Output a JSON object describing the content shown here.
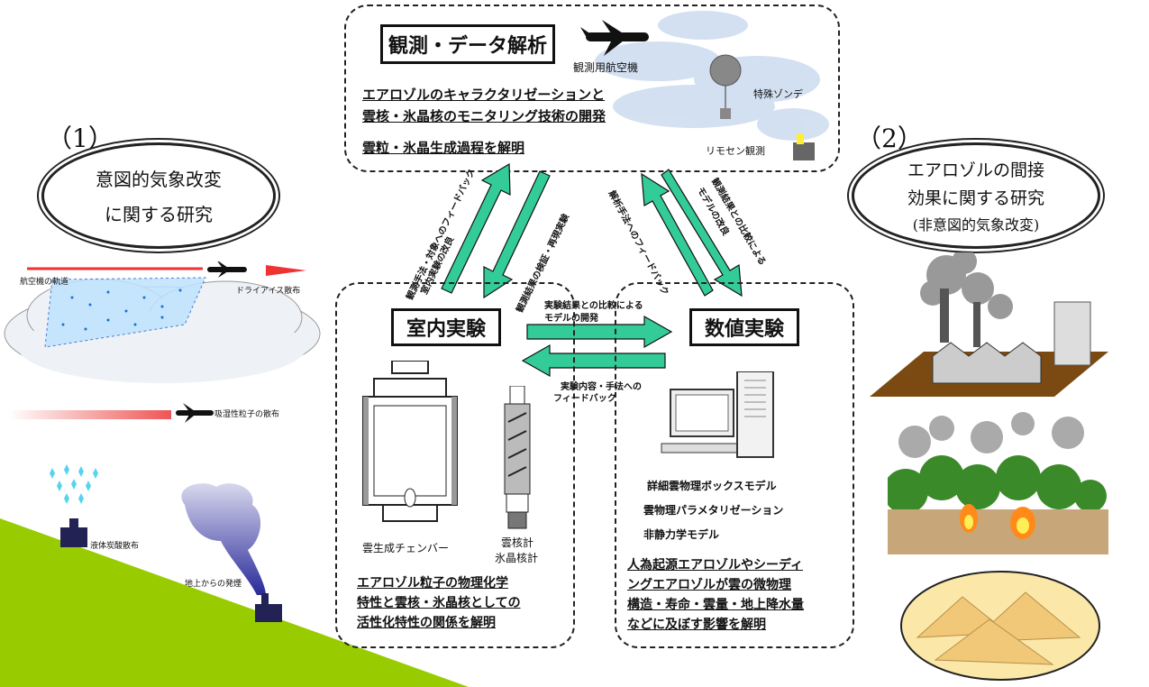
{
  "top_box": {
    "title": "観測・データ解析",
    "line1": "エアロゾルのキャラクタリゼーションと",
    "line2": "雲核・氷晶核のモニタリング技術の開発",
    "line3": "雲粒・氷晶生成過程を解明",
    "aircraft_label": "観測用航空機",
    "sonde_label": "特殊ゾンデ",
    "remote_label": "リモセン観測"
  },
  "left_panel": {
    "number": "（1）",
    "ellipse_line1": "意図的気象改変",
    "ellipse_line2": "に関する研究",
    "aircraft_track": "航空機の軌道",
    "dry_ice": "ドライアイス散布",
    "hygroscopic": "吸湿性粒子の散布",
    "liquid_co2": "液体炭酸散布",
    "ground_smoke": "地上からの発煙"
  },
  "right_panel": {
    "number": "（2）",
    "ellipse_line1": "エアロゾルの間接",
    "ellipse_line2": "効果に関する研究",
    "ellipse_line3": "(非意図的気象改変)"
  },
  "lab_box": {
    "title": "室内実験",
    "chamber_label": "雲生成チェンバー",
    "counter_label1": "雲核計",
    "counter_label2": "氷晶核計",
    "result1": "エアロゾル粒子の物理化学",
    "result2": "特性と雲核・氷晶核としての",
    "result3": "活性化特性の関係を解明"
  },
  "num_box": {
    "title": "数値実験",
    "model1": "詳細雲物理ボックスモデル",
    "model2": "雲物理パラメタリゼーション",
    "model3": "非静力学モデル",
    "result1": "人為起源エアロゾルやシーディ",
    "result2": "ングエアロゾルが雲の微物理",
    "result3": "構造・寿命・雲量・地上降水量",
    "result4": "などに及ぼす影響を解明"
  },
  "arrows": {
    "top_left_up": "観測手法・対象へのフィードバック",
    "top_left_up2": "室内実験の改良",
    "top_left_down": "観測結果の検証・再現実験",
    "top_right_up": "解析手法へのフィードバック",
    "top_right_down": "観測結果との比較による",
    "top_right_down2": "モデルの改良",
    "mid_right": "実験結果との比較による",
    "mid_right2": "モデルの開発",
    "mid_left": "実験内容・手法への",
    "mid_left2": "フィードバック"
  },
  "colors": {
    "arrow_fill": "#33cc99",
    "hill": "#99cc00",
    "cloud": "#e8eef5",
    "smoke": "#3333aa"
  }
}
